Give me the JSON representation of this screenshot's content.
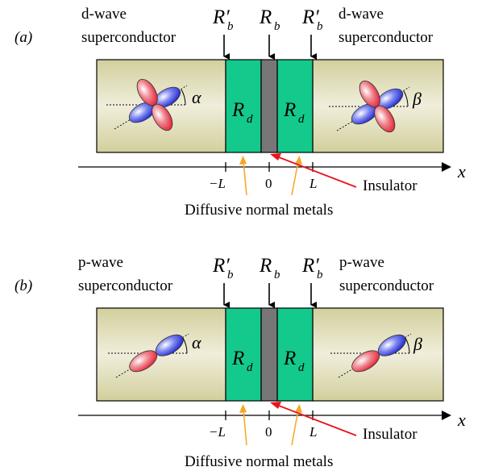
{
  "panels": [
    {
      "id": "a",
      "panel_label": "(a)",
      "left_sc_line1": "d-wave",
      "left_sc_line2": "superconductor",
      "right_sc_line1": "d-wave",
      "right_sc_line2": "superconductor",
      "rb_prime": "R′",
      "rb": "R",
      "rb_sub": "b",
      "rd": "R",
      "rd_sub": "d",
      "alpha": "α",
      "beta": "β",
      "tick_minus_l": "−L",
      "tick_zero": "0",
      "tick_l": "L",
      "axis_label": "x",
      "insulator_label": "Insulator",
      "dnm_label": "Diffusive normal metals",
      "pairing": "d-wave"
    },
    {
      "id": "b",
      "panel_label": "(b)",
      "left_sc_line1": "p-wave",
      "left_sc_line2": "superconductor",
      "right_sc_line1": "p-wave",
      "right_sc_line2": "superconductor",
      "rb_prime": "R′",
      "rb": "R",
      "rb_sub": "b",
      "rd": "R",
      "rd_sub": "d",
      "alpha": "α",
      "beta": "β",
      "tick_minus_l": "−L",
      "tick_zero": "0",
      "tick_l": "L",
      "axis_label": "x",
      "insulator_label": "Insulator",
      "dnm_label": "Diffusive normal metals",
      "pairing": "p-wave"
    }
  ],
  "colors": {
    "superconductor_fill": "#e6e3b9",
    "dnm_fill": "#14c98c",
    "insulator_fill": "#777777",
    "lobe_red": "#e63a4a",
    "lobe_blue": "#2e3dd6",
    "insulator_arrow": "#e8141c",
    "dnm_arrow": "#f5a623"
  }
}
